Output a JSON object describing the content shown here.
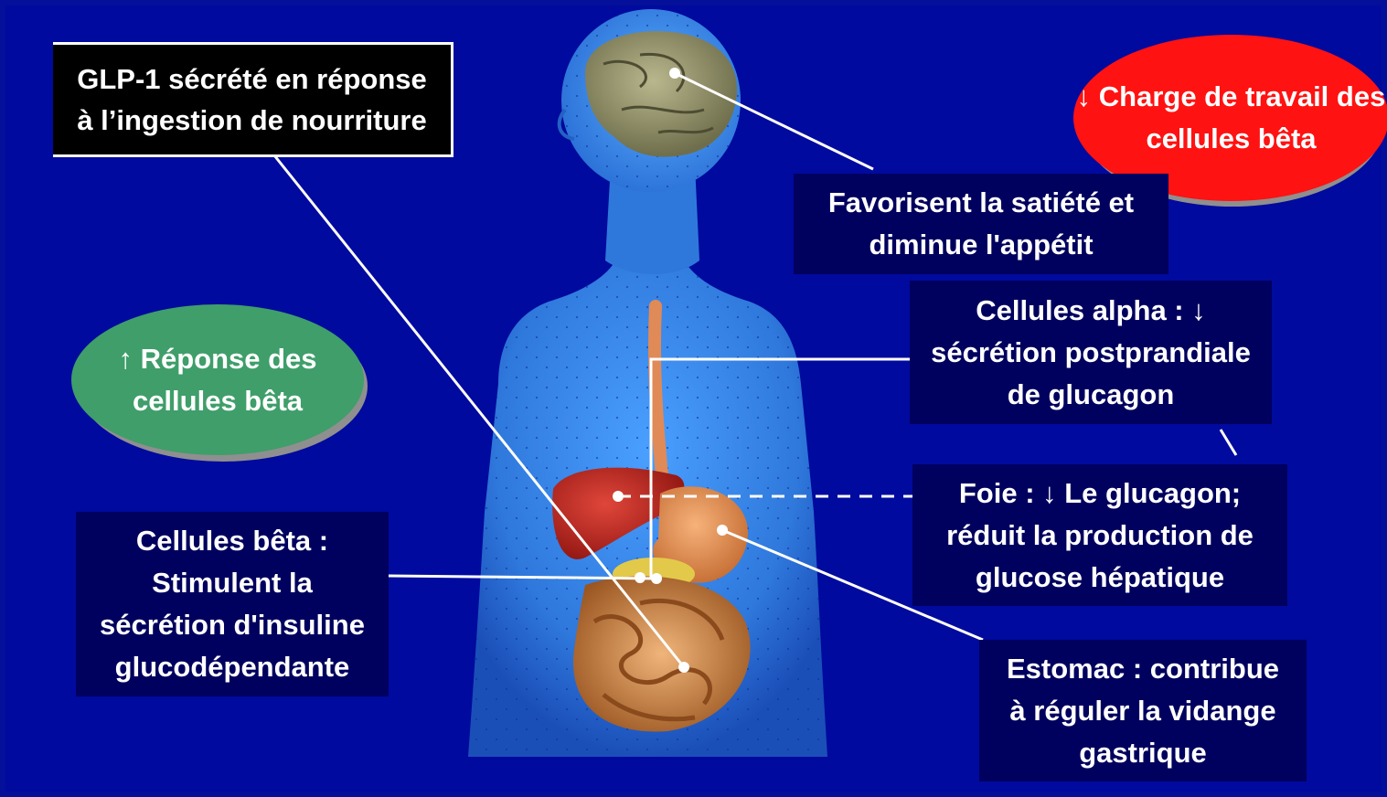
{
  "labels": {
    "glp1": [
      "GLP-1 sécrété en réponse",
      "à l’ingestion de nourriture"
    ],
    "satiete": [
      "Favorisent la satiété et",
      "diminue l'appétit"
    ],
    "alpha": [
      "Cellules alpha : ↓",
      "sécrétion postprandiale",
      "de glucagon"
    ],
    "foie": [
      "Foie : ↓ Le glucagon;",
      "réduit la production de",
      "glucose hépatique"
    ],
    "beta": [
      "Cellules bêta :",
      "Stimulent la",
      "sécrétion d'insuline",
      "glucodépendante"
    ],
    "estomac": [
      "Estomac : contribue",
      "à réguler la vidange",
      "gastrique"
    ]
  },
  "ovals": {
    "reponse": [
      "↑ Réponse des",
      "cellules bêta"
    ],
    "charge": [
      "↓ Charge de travail",
      "des cellules bêta"
    ]
  },
  "colors": {
    "background": "#000a9e",
    "label_box": "#00005e",
    "oval_green": "#3f9e6a",
    "oval_red": "#ff1212",
    "body_blue": "#2f7fe0"
  }
}
